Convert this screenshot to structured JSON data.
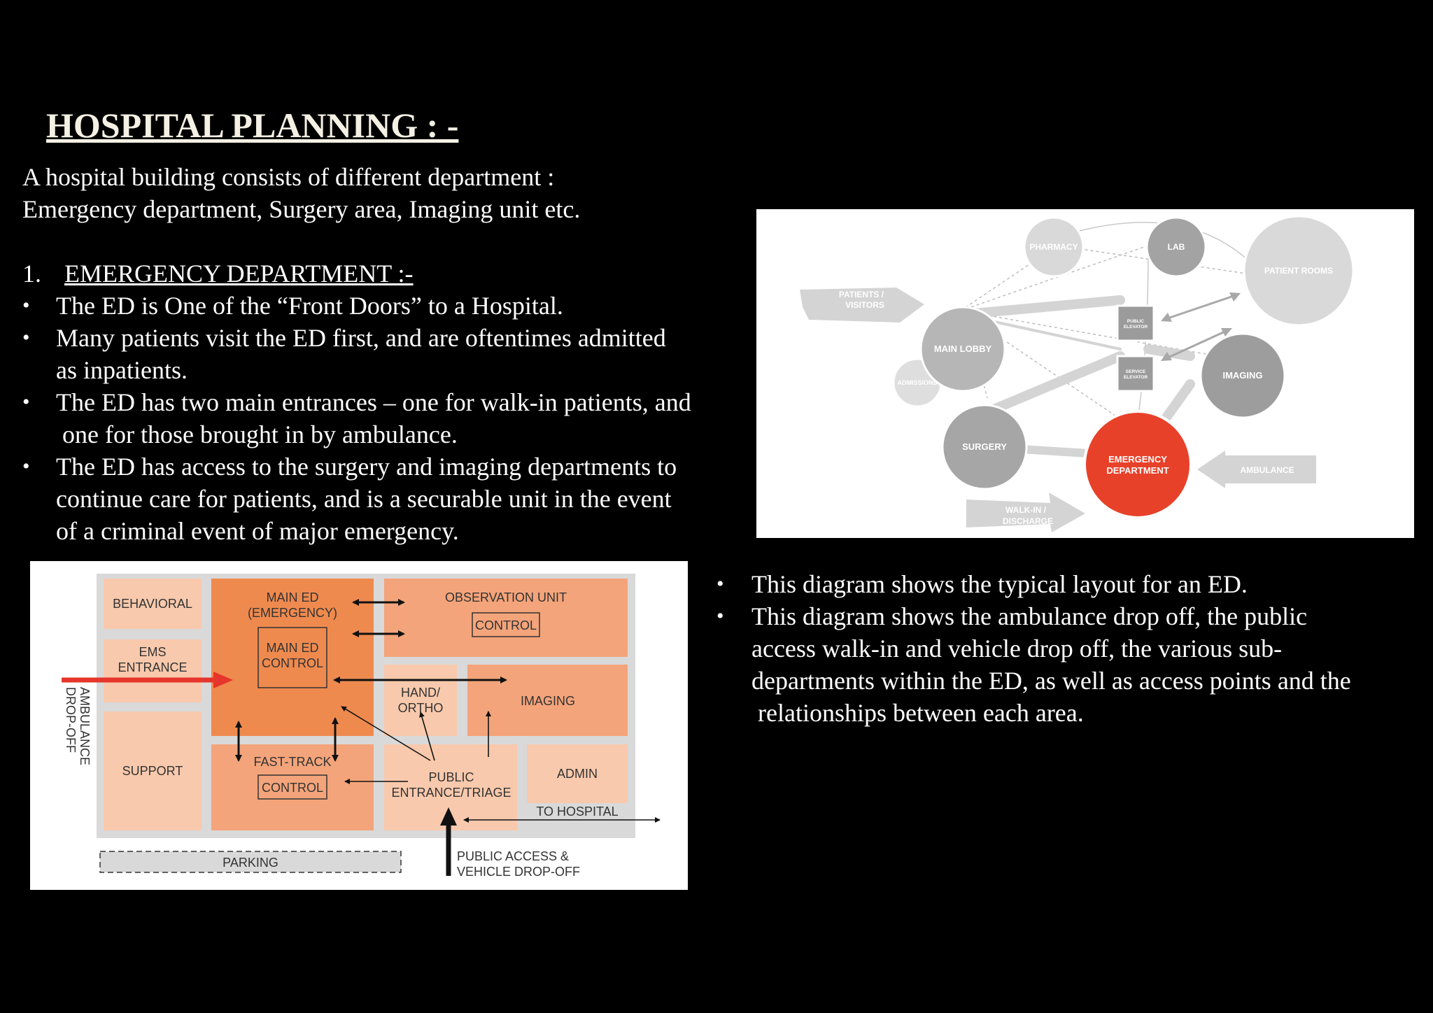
{
  "title": "HOSPITAL PLANNING : -",
  "intro": {
    "line1": "A hospital building consists of different department :",
    "line2": "Emergency  department, Surgery area, Imaging unit etc."
  },
  "section": {
    "number": "1.",
    "title": "EMERGENCY DEPARTMENT :-"
  },
  "bullets": [
    [
      "The ED is One of the “Front Doors” to a Hospital."
    ],
    [
      "Many patients visit the ED first, and are oftentimes admitted",
      "as  inpatients."
    ],
    [
      "The ED has two main entrances – one for walk-in patients, and",
      " one for those brought in by ambulance."
    ],
    [
      "The ED has access to the surgery and imaging departments to",
      "continue care for patients, and is a securable unit in the event",
      "of  a criminal event of major emergency."
    ]
  ],
  "bullets2": [
    [
      "This diagram shows the typical layout for an ED."
    ],
    [
      "This diagram shows the ambulance drop off, the public",
      "access walk-in and vehicle drop off, the various sub-",
      "departments within the ED, as well as access points and the",
      " relationships between each area."
    ]
  ],
  "bubble_diagram": {
    "pharmacy": "PHARMACY",
    "lab": "LAB",
    "patient_rooms": "PATIENT ROOMS",
    "patients_visitors": [
      "PATIENTS /",
      "VISITORS"
    ],
    "public_elevator": [
      "PUBLIC",
      "ELEVATOR"
    ],
    "main_lobby": "MAIN LOBBY",
    "admissions": "ADMISSIONS",
    "service_elevator": [
      "SERVICE",
      "ELEVATOR"
    ],
    "imaging": "IMAGING",
    "surgery": "SURGERY",
    "emergency": [
      "EMERGENCY",
      "DEPARTMENT"
    ],
    "ambulance": "AMBULANCE",
    "walk_in": [
      "WALK-IN /",
      "DISCHARGE"
    ],
    "colors": {
      "emergency": "#e8412a",
      "bubble_light": "#cfcfcf",
      "bubble_dark": "#9d9d9d"
    }
  },
  "floor_plan": {
    "behavioral": "BEHAVIORAL",
    "main_ed": [
      "MAIN ED",
      "(EMERGENCY)"
    ],
    "main_ed_control": [
      "MAIN ED",
      "CONTROL"
    ],
    "observation": "OBSERVATION UNIT",
    "control": "CONTROL",
    "ems": [
      "EMS",
      "ENTRANCE"
    ],
    "hand_ortho": [
      "HAND/",
      "ORTHO"
    ],
    "imaging": "IMAGING",
    "ambulance_dropoff": [
      "AMBULANCE",
      "DROP-OFF"
    ],
    "support": "SUPPORT",
    "fast_track": "FAST-TRACK",
    "fast_track_control": "CONTROL",
    "public_entrance": [
      "PUBLIC",
      "ENTRANCE/TRIAGE"
    ],
    "admin": "ADMIN",
    "to_hospital": "TO HOSPITAL",
    "parking": "PARKING",
    "public_access": [
      "PUBLIC ACCESS &",
      "VEHICLE DROP-OFF"
    ],
    "colors": {
      "dark_orange": "#ef8a4f",
      "light_orange": "#f8c9ac",
      "mid_orange": "#f4a47a",
      "arrow_red": "#e6352b"
    }
  }
}
